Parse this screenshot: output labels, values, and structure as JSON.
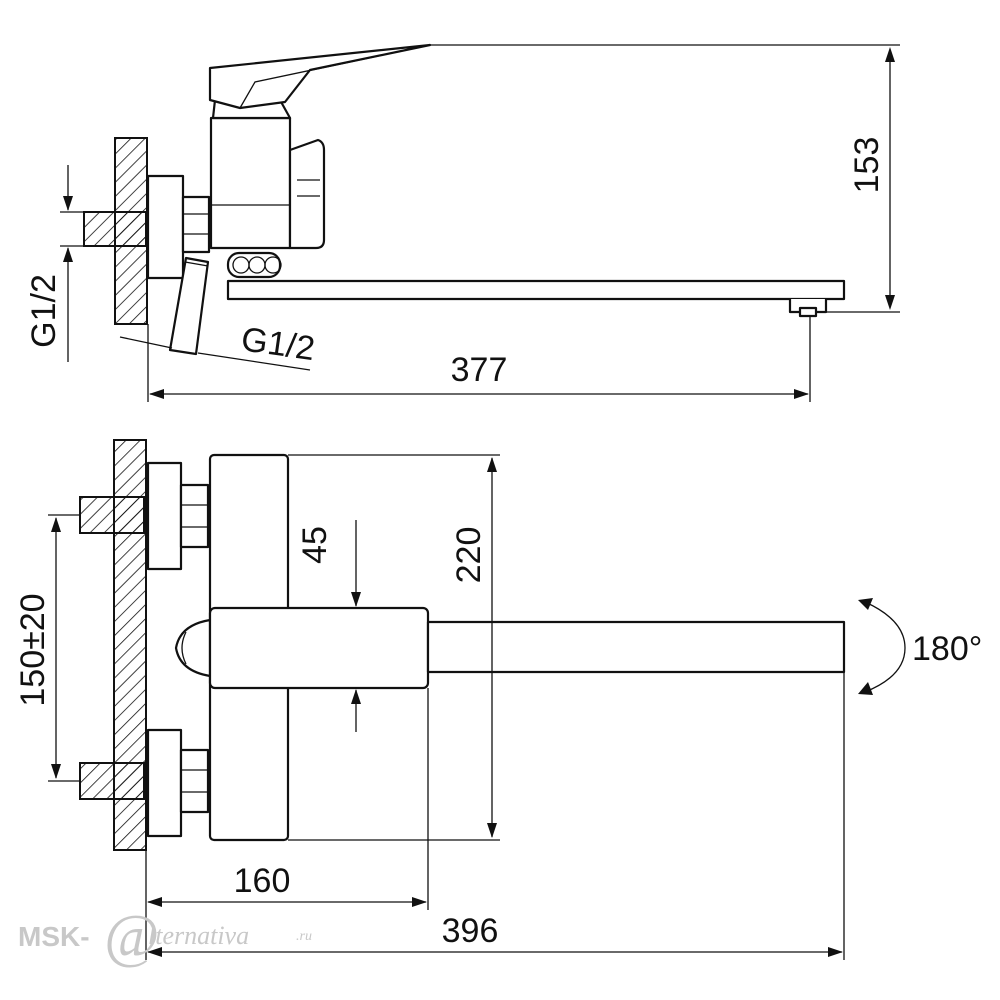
{
  "dimensions": {
    "height_side": "153",
    "length_side": "377",
    "thread_inlet": "G1/2",
    "thread_outlet": "G1/2",
    "spacing": "150±20",
    "width_body": "45",
    "height_top": "220",
    "rotation": "180°",
    "projection_short": "160",
    "projection_total": "396"
  },
  "watermark": {
    "brand": "MSK-",
    "at_sign": "@",
    "rest": "lternativa",
    "domain": ".ru"
  }
}
